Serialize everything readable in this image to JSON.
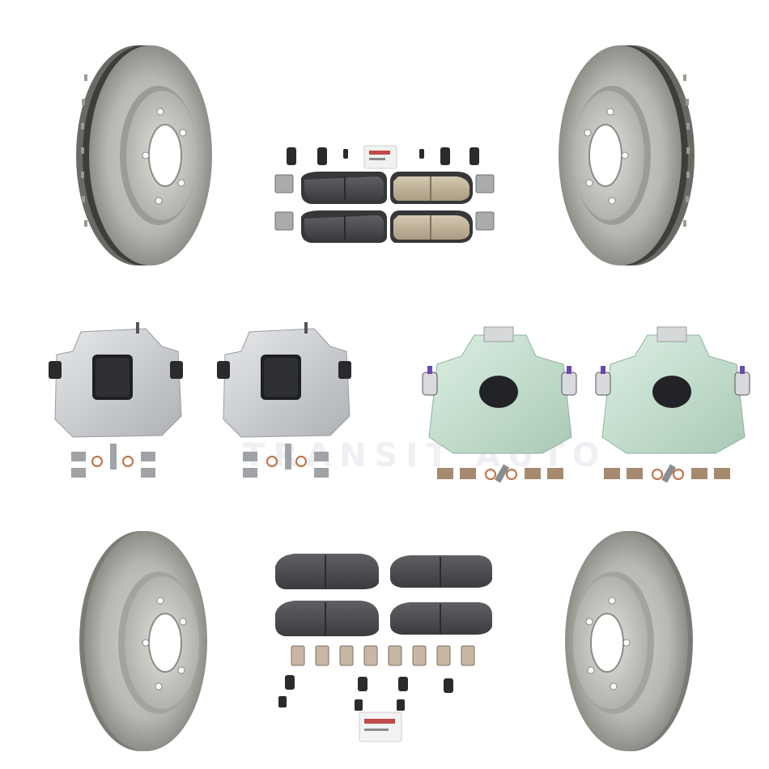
{
  "product_image": {
    "watermark": "TRANSIT AUTO",
    "colors": {
      "rotor_metal": "#b7b7b0",
      "rotor_dark": "#4a4a48",
      "caliper_front": "#d3d5d8",
      "caliper_rear": "#cfe3d6",
      "pad_ceramic": "#c4b8a0",
      "pad_dark": "#4b4d50",
      "backing_plate": "#363739"
    },
    "components": [
      {
        "name": "front-left-rotor"
      },
      {
        "name": "front-right-rotor"
      },
      {
        "name": "rear-left-rotor"
      },
      {
        "name": "rear-right-rotor"
      },
      {
        "name": "rear-brake-pad-set"
      },
      {
        "name": "front-brake-pad-set"
      },
      {
        "name": "front-caliper-left"
      },
      {
        "name": "front-caliper-right"
      },
      {
        "name": "rear-caliper-left"
      },
      {
        "name": "rear-caliper-right"
      }
    ]
  }
}
